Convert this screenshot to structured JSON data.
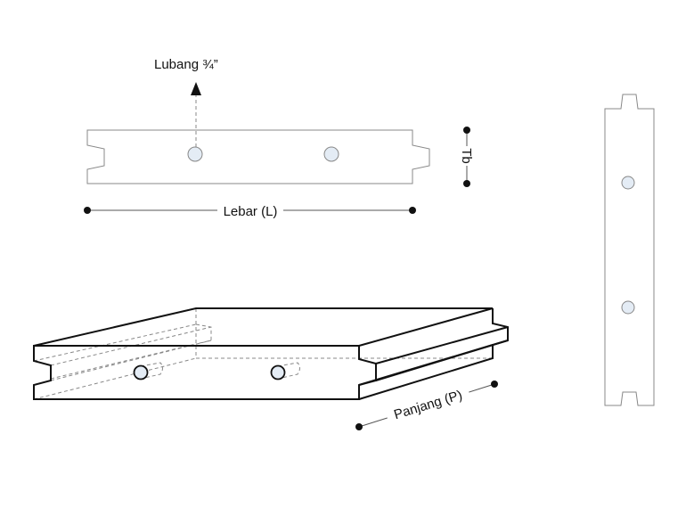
{
  "labels": {
    "hole": "Lubang ¾”",
    "width": "Lebar (L)",
    "thickness": "Tb",
    "length": "Panjang (P)"
  },
  "colors": {
    "hole_fill": "#e4ecf5",
    "line": "#111111",
    "outline": "#888888"
  }
}
